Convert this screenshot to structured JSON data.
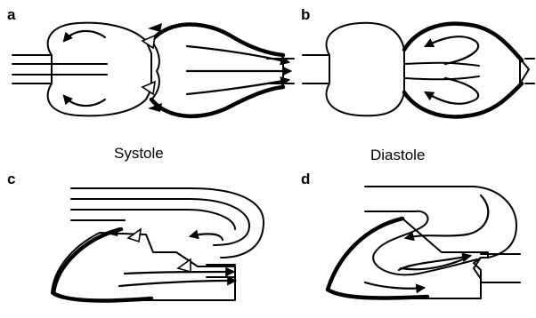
{
  "figure": {
    "panels": [
      {
        "id": "a",
        "label": "a"
      },
      {
        "id": "b",
        "label": "b"
      },
      {
        "id": "c",
        "label": "c"
      },
      {
        "id": "d",
        "label": "d"
      }
    ],
    "captions": {
      "systole": "Systole",
      "diastole": "Diastole"
    }
  }
}
